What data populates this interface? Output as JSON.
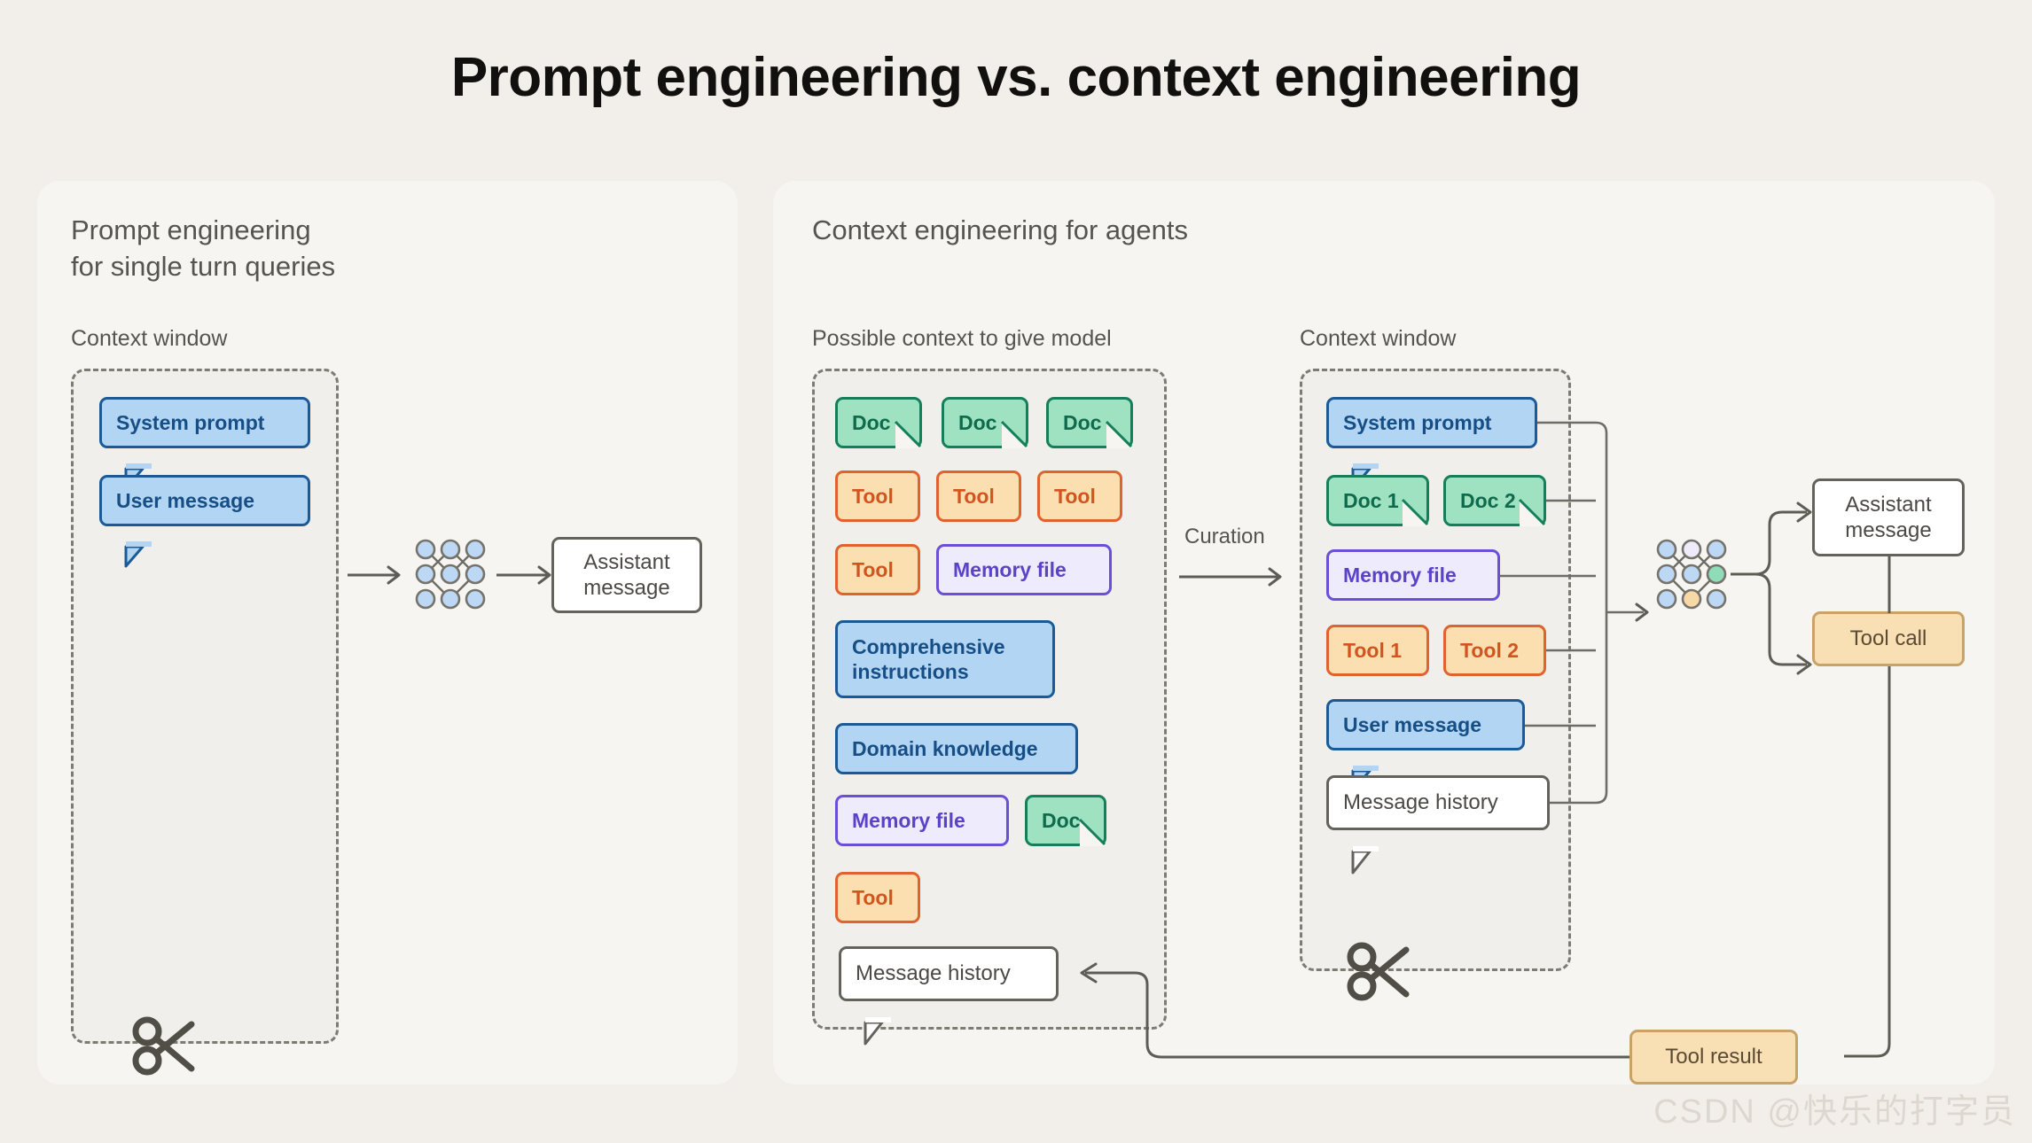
{
  "page": {
    "title": "Prompt engineering vs. context engineering",
    "background_color": "#F2EFEA",
    "watermark": "CSDN @快乐的打字员"
  },
  "colors": {
    "panel_bg": "#F7F5F1",
    "blue_fill": "#B3D5F4",
    "blue_border": "#1A5B97",
    "green_fill": "#9FE2C2",
    "green_border": "#157F5B",
    "orange_fill": "#FBDFB0",
    "orange_border": "#E0622E",
    "purple_fill": "#EEEBFD",
    "purple_border": "#6B4FD8",
    "tan_fill": "#F8DFB4",
    "tan_border": "#C9A267",
    "neutral_border": "#64625B",
    "dashed_border": "#7D7B72"
  },
  "left_panel": {
    "heading": "Prompt engineering\nfor single turn queries",
    "context_window_label": "Context window",
    "items": [
      {
        "label": "System prompt",
        "type": "blue-bubble"
      },
      {
        "label": "User message",
        "type": "blue-bubble"
      }
    ],
    "output": {
      "label": "Assistant\nmessage",
      "type": "plain-box"
    },
    "model_icon": "neural-network-icon",
    "scissors_icon": "scissors-icon"
  },
  "right_panel": {
    "heading": "Context engineering for agents",
    "possible_context_label": "Possible context to give model",
    "context_window_label": "Context window",
    "curation_label": "Curation",
    "possible_context_items": [
      {
        "label": "Doc",
        "type": "doc"
      },
      {
        "label": "Doc",
        "type": "doc"
      },
      {
        "label": "Doc",
        "type": "doc"
      },
      {
        "label": "Tool",
        "type": "tool"
      },
      {
        "label": "Tool",
        "type": "tool"
      },
      {
        "label": "Tool",
        "type": "tool"
      },
      {
        "label": "Tool",
        "type": "tool"
      },
      {
        "label": "Memory file",
        "type": "memory"
      },
      {
        "label": "Comprehensive\ninstructions",
        "type": "blue"
      },
      {
        "label": "Domain knowledge",
        "type": "blue"
      },
      {
        "label": "Memory file",
        "type": "memory"
      },
      {
        "label": "Doc",
        "type": "doc"
      },
      {
        "label": "Tool",
        "type": "tool"
      },
      {
        "label": "Message history",
        "type": "plain-bubble"
      }
    ],
    "context_window_items": [
      {
        "label": "System prompt",
        "type": "blue-bubble"
      },
      {
        "label": "Doc 1",
        "type": "doc"
      },
      {
        "label": "Doc 2",
        "type": "doc"
      },
      {
        "label": "Memory file",
        "type": "memory"
      },
      {
        "label": "Tool 1",
        "type": "tool"
      },
      {
        "label": "Tool 2",
        "type": "tool"
      },
      {
        "label": "User message",
        "type": "blue-bubble"
      },
      {
        "label": "Message history",
        "type": "plain-bubble"
      }
    ],
    "model_icon": "neural-network-icon",
    "outputs": [
      {
        "label": "Assistant\nmessage",
        "type": "plain-box"
      },
      {
        "label": "Tool call",
        "type": "tan-box"
      }
    ],
    "feedback": {
      "label": "Tool result",
      "type": "tan-box"
    },
    "scissors_icon": "scissors-icon"
  }
}
